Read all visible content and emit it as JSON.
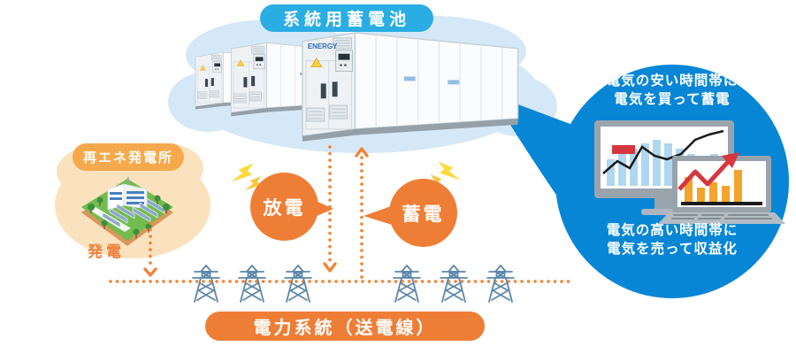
{
  "labels": {
    "battery_title": "系統用蓄電池",
    "renewable_plant": "再エネ発電所",
    "generation": "発電",
    "discharge": "放電",
    "charge": "蓄電",
    "grid": "電力系統（送電線）",
    "container_logo": "ENERGY"
  },
  "callout": {
    "buy_line1": "電気の安い時間帯に",
    "buy_line2": "電気を買って蓄電",
    "sell_line1": "電気の高い時間帯に",
    "sell_line2": "電気を売って収益化"
  },
  "colors": {
    "orange": "#EE7E35",
    "orange_light_pill": "#F6A94C",
    "peach_cloud": "#FBE2BE",
    "cyan_pill": "#29ADE3",
    "callout_blue": "#0886D6",
    "cloud_blue": "#D5E8F7",
    "tower_steel_blue": "#5C87A8",
    "dotted_line_orange": "#F08437",
    "lightning_yellow": "#FFD93B",
    "chart_bar_blue": "#AFD7EF",
    "chart_bar_orange": "#F2A42C",
    "chart_arrow_red": "#D6373F"
  },
  "icons": {
    "battery_containers": "battery-containers-illustration",
    "solar_plant": "solar-plant-illustration",
    "transmission_tower": "transmission-tower-icon",
    "monitor_chart": "monitor-chart-icon",
    "laptop_chart": "laptop-chart-icon",
    "lightning": "lightning-bolt-icon",
    "down_arrow": "dotted-down-arrow-icon",
    "up_arrow": "dotted-up-arrow-icon"
  }
}
